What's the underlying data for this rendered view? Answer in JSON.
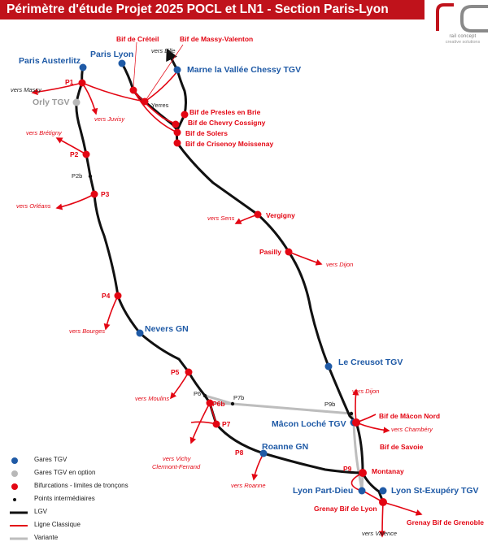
{
  "title": "Périmètre d'étude Projet 2025 POCL et LN1 - Section Paris-Lyon",
  "logo": {
    "mark": "rc",
    "line1": "rail concept",
    "line2": "creative solutions",
    "icon": "rc-logo-icon"
  },
  "colors": {
    "header": "#c0121b",
    "tgv_station": "#1f5aa6",
    "tgv_optional": "#b8b8b8",
    "bifurcation": "#e30613",
    "intermediate": "#111111",
    "lgv": "#111111",
    "classic_line": "#e30613",
    "variant": "#bdbdbd"
  },
  "stations": {
    "paris_austerlitz": "Paris Austerlitz",
    "paris_lyon": "Paris Lyon",
    "marne_la_vallee": "Marne la Vallée Chessy TGV",
    "orly": "Orly TGV",
    "nevers": "Nevers GN",
    "le_creusot": "Le Creusot TGV",
    "macon_loche": "Mâcon Loché TGV",
    "roanne": "Roanne GN",
    "lyon_part_dieu": "Lyon Part-Dieu",
    "lyon_st_exupery": "Lyon St-Exupéry TGV"
  },
  "bifurcations": {
    "creteil": "Bif de Créteil",
    "massy_valenton": "Bif de Massy-Valenton",
    "presles": "Bif de Presles en Brie",
    "chevry": "Bif de Chevry Cossigny",
    "solers": "Bif de Solers",
    "crisenoy": "Bif de Crisenoy Moissenay",
    "vergigny": "Vergigny",
    "pasilly": "Pasilly",
    "macon_nord": "Bif de Mâcon Nord",
    "savoie": "Bif de Savoie",
    "montanay": "Montanay",
    "grenay_lyon": "Grenay Bif de Lyon",
    "grenay_grenoble": "Grenay Bif de Grenoble",
    "p1": "P1",
    "p2": "P2",
    "p3": "P3",
    "p4": "P4",
    "p5": "P5",
    "p6b": "P6b",
    "p7": "P7",
    "p8": "P8",
    "p9": "P9"
  },
  "points": {
    "yerres": "Yerres",
    "p2b": "P2b",
    "p6": "P6",
    "p7b": "P7b",
    "p9b": "P9b"
  },
  "directions": {
    "lille": "vers Lille",
    "massy": "vers Massy",
    "juvisy": "vers Juvisy",
    "bretigny": "vers Brétigny",
    "orleans": "vers Orléans",
    "sens": "vers Sens",
    "dijon_pasilly": "vers Dijon",
    "bourges": "vers Bourges",
    "moulins": "vers Moulins",
    "vichy": "vers Vichy",
    "clermont": "Clermont-Ferrand",
    "roanne": "vers Roanne",
    "dijon_macon": "vers Dijon",
    "chambery": "vers Chambéry",
    "valence": "vers Valence"
  },
  "legend": [
    {
      "label": "Gares TGV",
      "symbol": "blue-dot"
    },
    {
      "label": "Gares TGV en option",
      "symbol": "grey-dot"
    },
    {
      "label": "Bifurcations - limites de tronçons",
      "symbol": "red-dot"
    },
    {
      "label": "Points intermédiaires",
      "symbol": "black-dot"
    },
    {
      "label": "LGV",
      "symbol": "black-line"
    },
    {
      "label": "Ligne Classique",
      "symbol": "red-line"
    },
    {
      "label": "Variante",
      "symbol": "grey-line"
    }
  ]
}
